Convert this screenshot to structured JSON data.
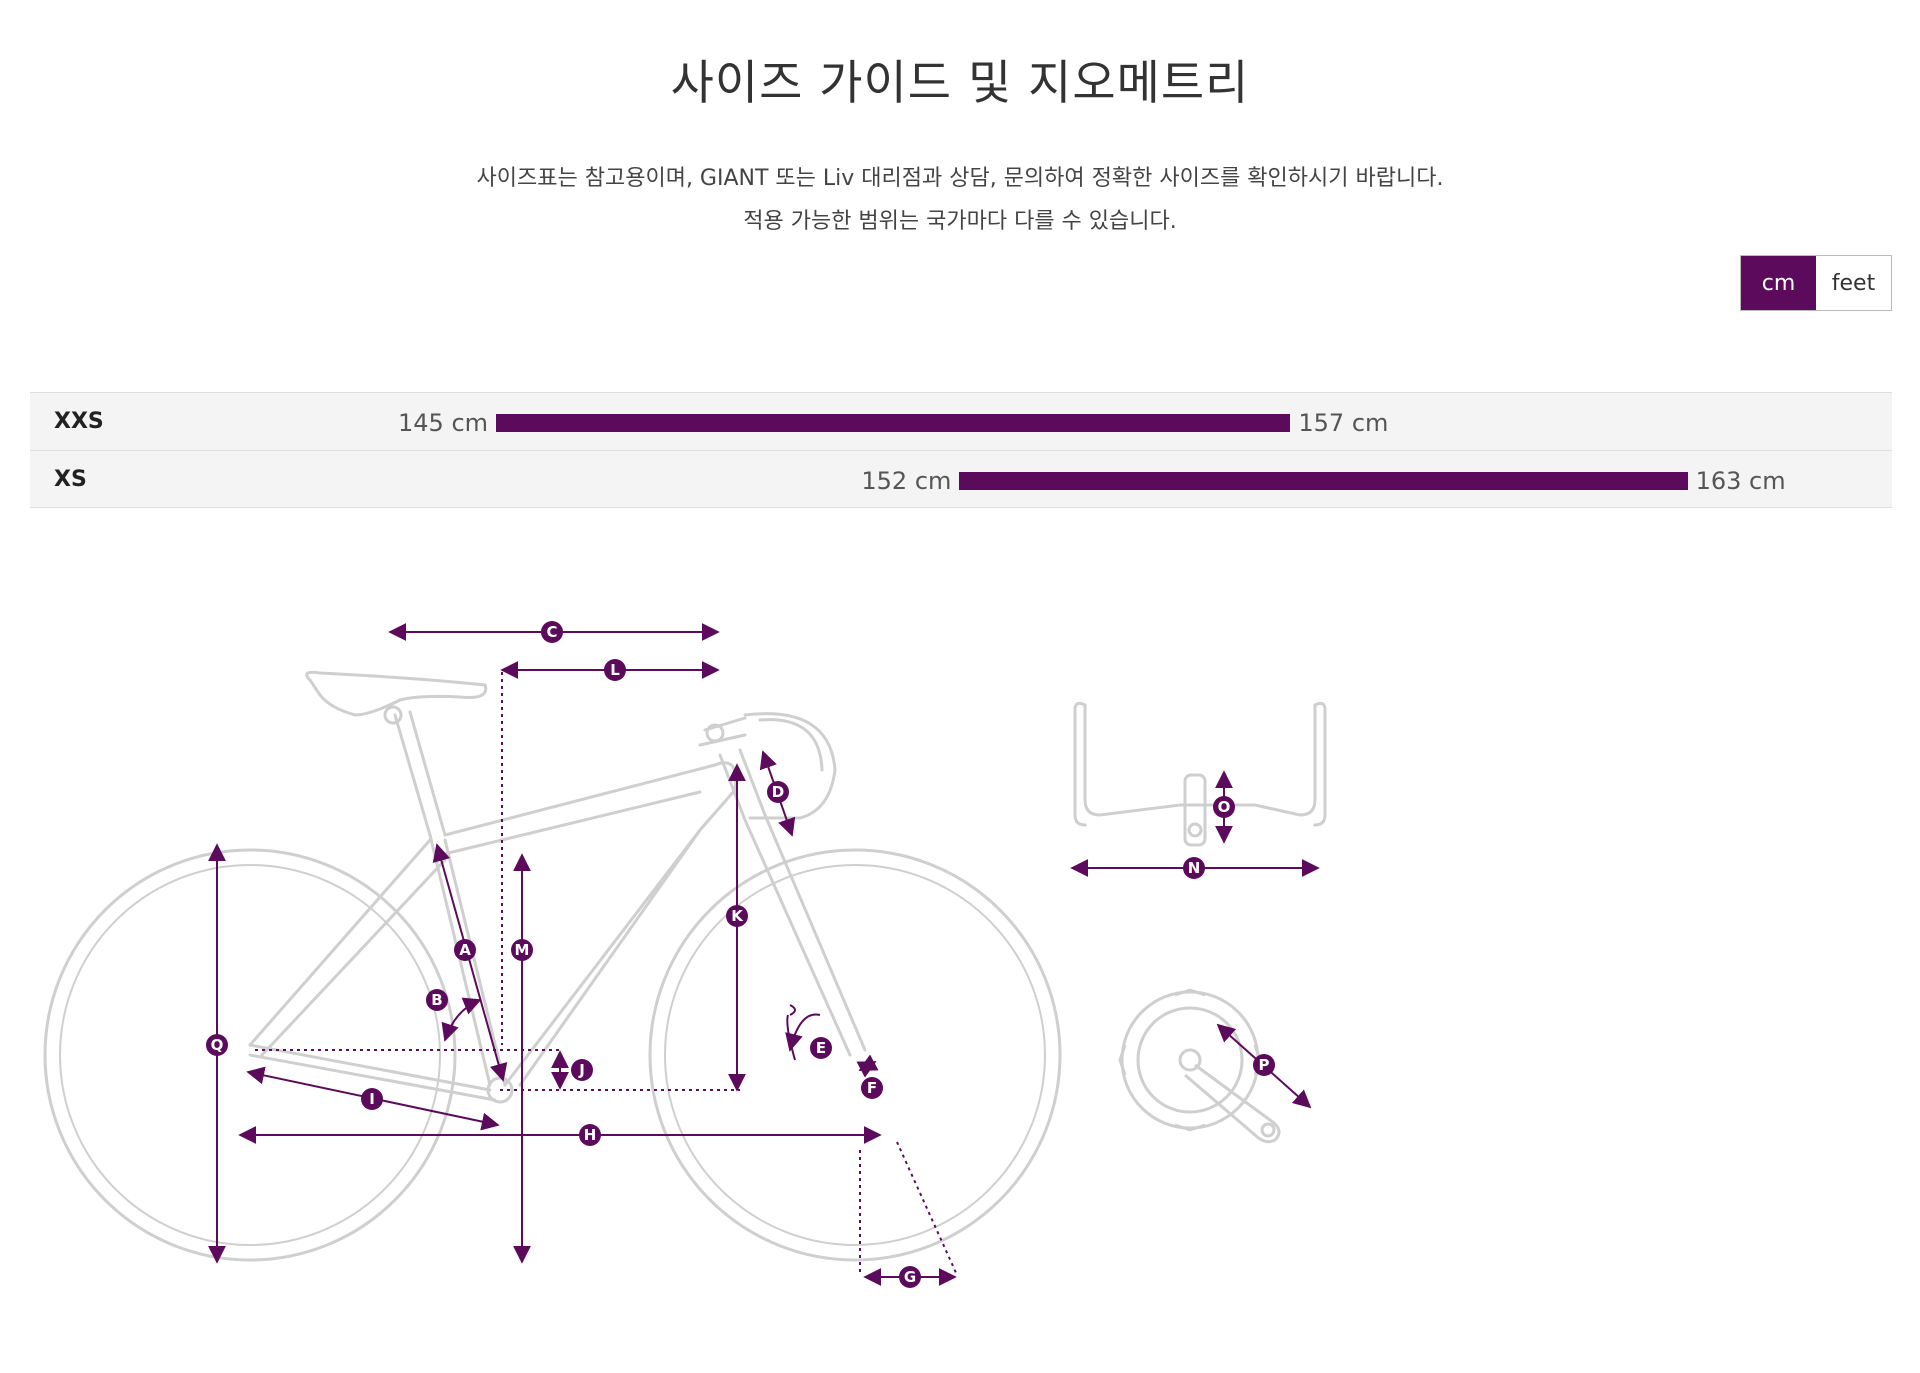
{
  "title": "사이즈 가이드 및 지오메트리",
  "notice_line1": "사이즈표는 참고용이며, GIANT 또는 Liv 대리점과 상담, 문의하여 정확한 사이즈를 확인하시기 바랍니다.",
  "notice_line2": "적용 가능한 범위는 국가마다 다를 수 있습니다.",
  "unit_toggle": {
    "cm": "cm",
    "feet": "feet",
    "selected": "cm"
  },
  "sizes": [
    {
      "label": "XXS",
      "min": 145,
      "max": 157,
      "min_label": "145 cm",
      "max_label": "157 cm"
    },
    {
      "label": "XS",
      "min": 152,
      "max": 163,
      "min_label": "152 cm",
      "max_label": "163 cm"
    }
  ],
  "geometry_labels": [
    "A",
    "B",
    "C",
    "D",
    "E",
    "F",
    "G",
    "H",
    "I",
    "J",
    "K",
    "L",
    "M",
    "N",
    "O",
    "P",
    "Q"
  ],
  "colors": {
    "accent": "#5c0a5c",
    "frame": "#cfcfcf",
    "row_bg": "#f4f4f4"
  }
}
